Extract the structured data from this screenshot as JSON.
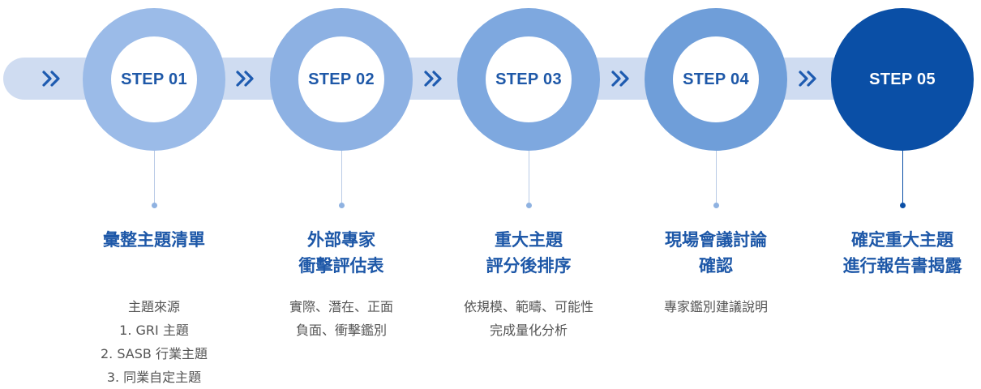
{
  "colors": {
    "band": "#cfdcf1",
    "accent_text": "#1e58a8",
    "arrow": "#1e5bb0",
    "step_fills": [
      "#9bbbe8",
      "#8db1e3",
      "#7ea8df",
      "#6f9ed9",
      "#0a4fa6"
    ],
    "description_text": "#555555"
  },
  "icons": {
    "connector": "double-chevron-right-icon"
  },
  "steps": [
    {
      "label": "STEP 01",
      "title": [
        "彙整主題清單"
      ],
      "description": [
        "主題來源",
        "1. GRI 主題",
        "2. SASB 行業主題",
        "3. 同業自定主題"
      ]
    },
    {
      "label": "STEP 02",
      "title": [
        "外部專家",
        "衝擊評估表"
      ],
      "description": [
        "實際、潛在、正面",
        "負面、衝擊鑑別"
      ]
    },
    {
      "label": "STEP 03",
      "title": [
        "重大主題",
        "評分後排序"
      ],
      "description": [
        "依規模、範疇、可能性",
        "完成量化分析"
      ]
    },
    {
      "label": "STEP 04",
      "title": [
        "現場會議討論",
        "確認"
      ],
      "description": [
        "專家鑑別建議說明"
      ]
    },
    {
      "label": "STEP 05",
      "title": [
        "確定重大主題",
        "進行報告書揭露"
      ],
      "description": []
    }
  ]
}
